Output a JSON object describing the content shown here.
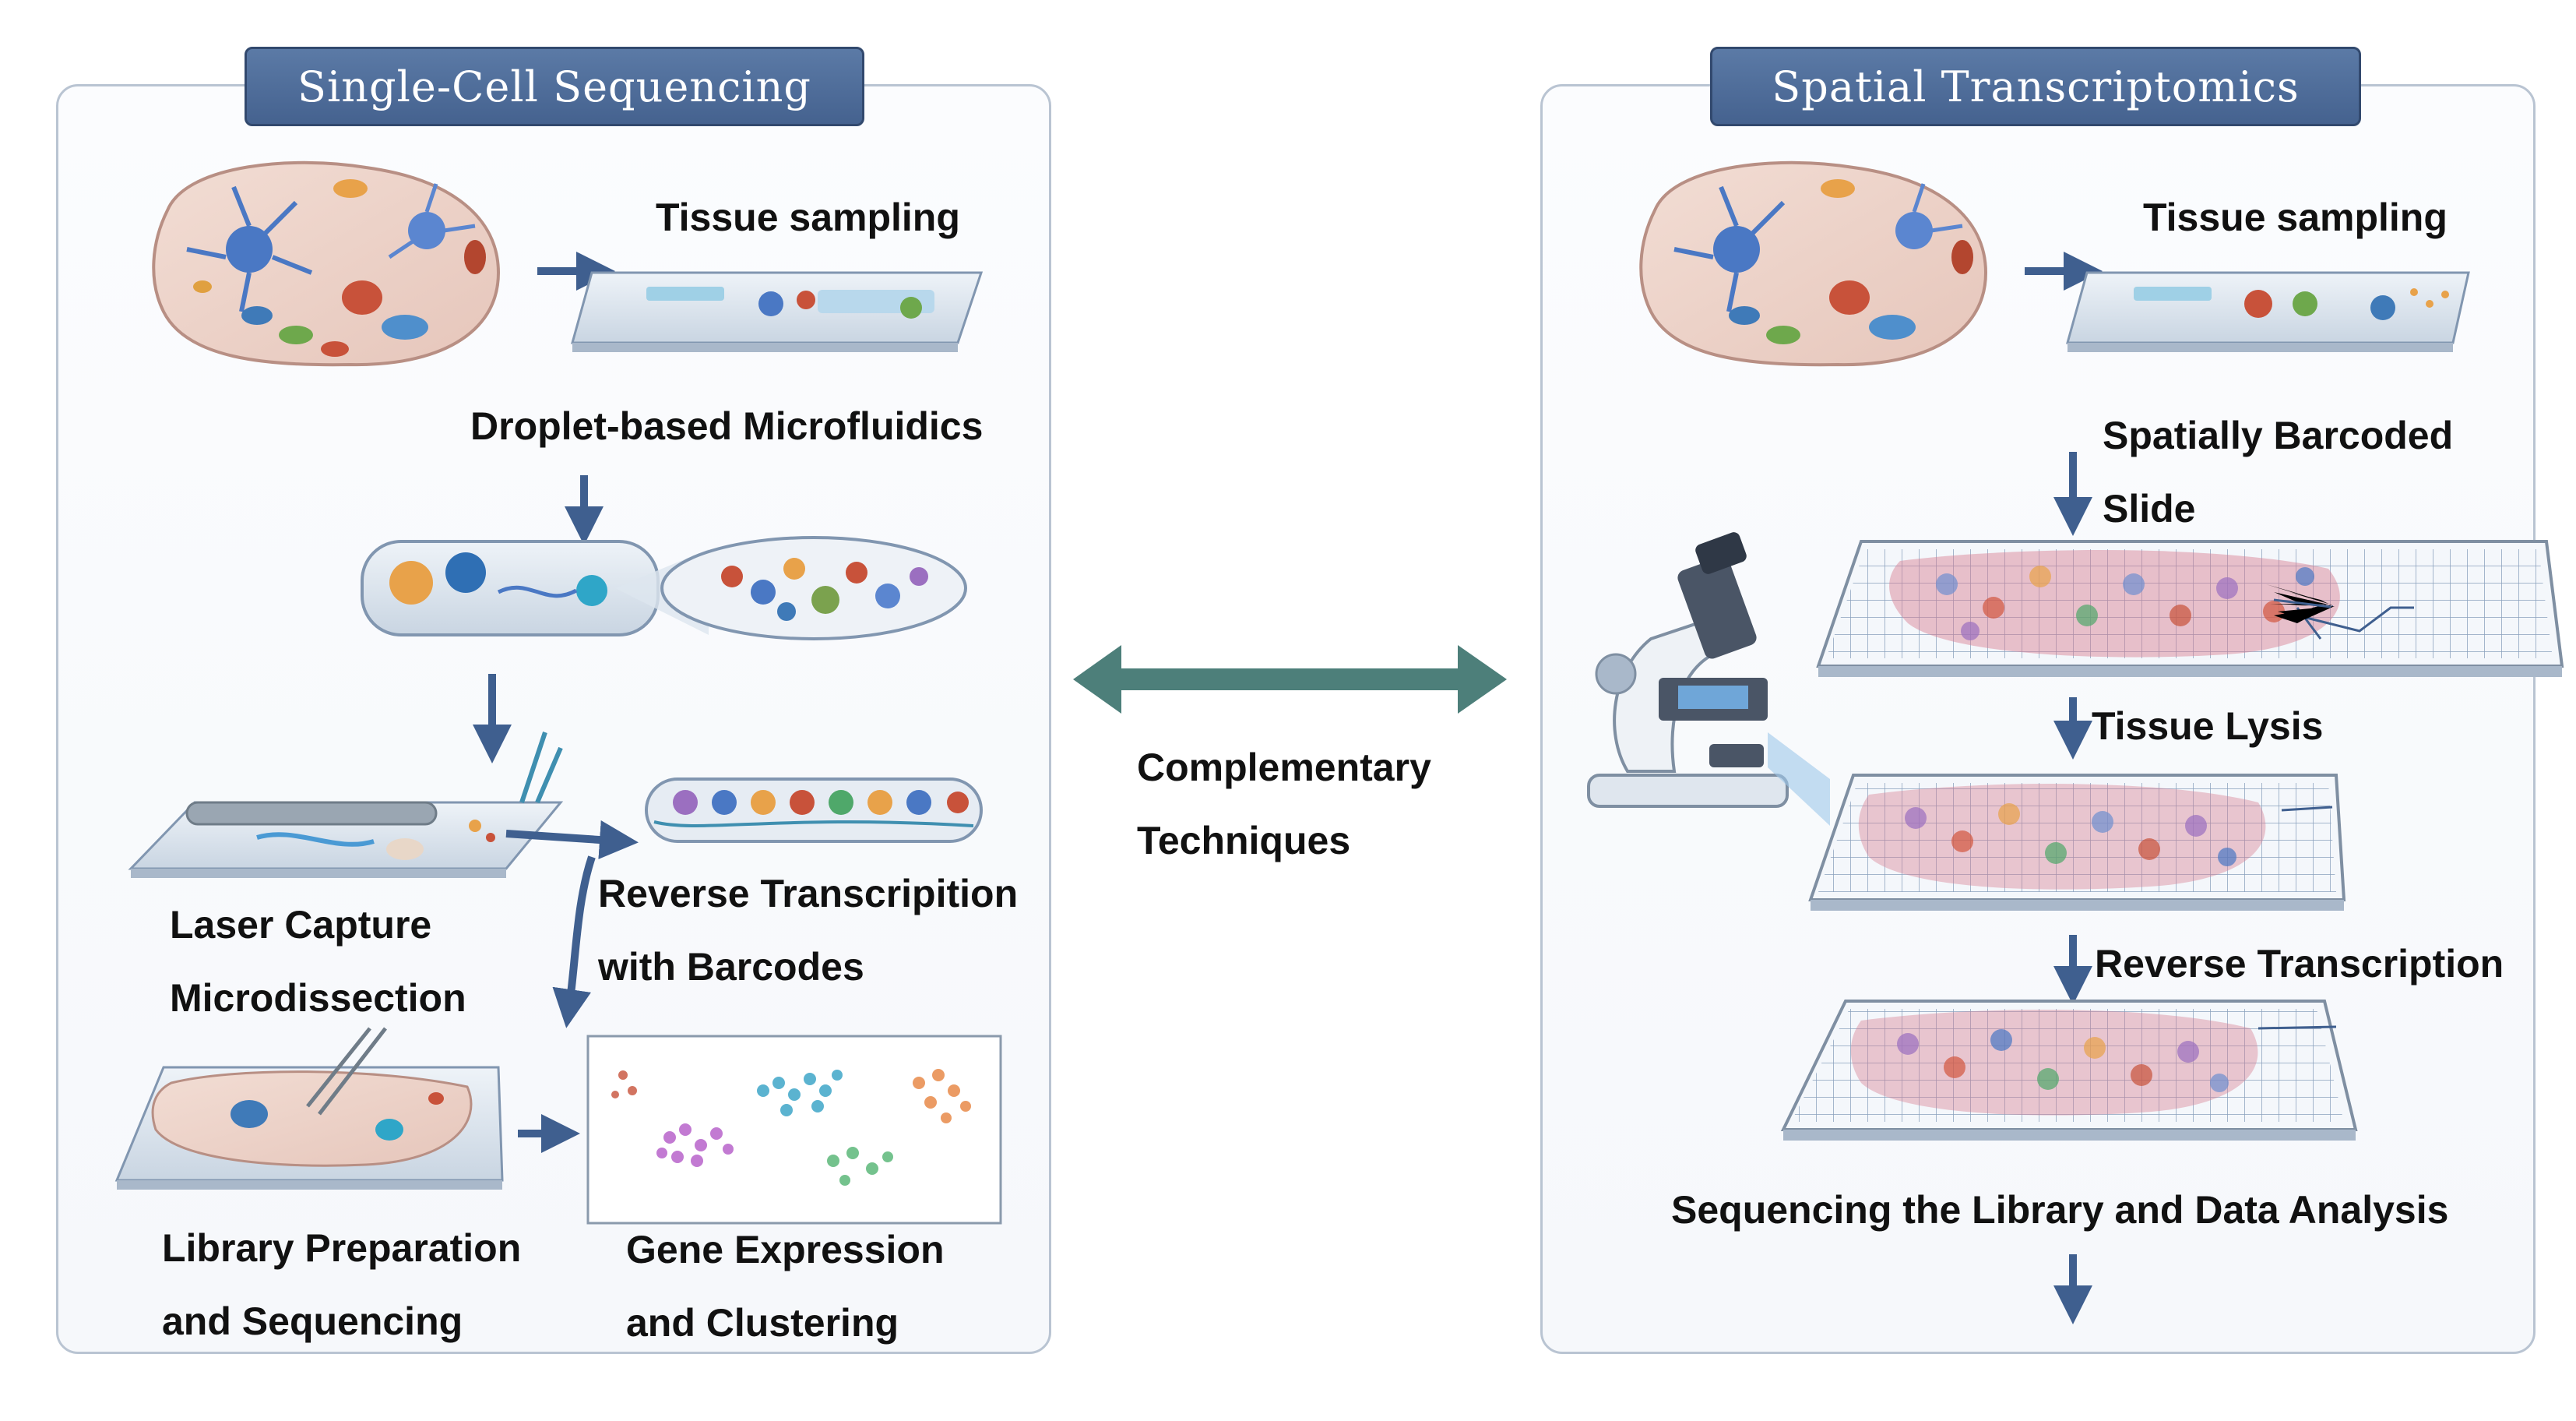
{
  "left_panel": {
    "title": "Single-Cell Sequencing",
    "labels": {
      "tissue_sampling": "Tissue sampling",
      "droplet": "Droplet-based Microfluidics",
      "laser_line1": "Laser Capture",
      "laser_line2": "Microdissection",
      "rt_line1": "Reverse Transcripition",
      "rt_line2": "with Barcodes",
      "library_line1": "Library Preparation",
      "library_line2": "and Sequencing",
      "gene_line1": "Gene Expression",
      "gene_line2": "and Clustering"
    }
  },
  "center": {
    "label_line1": "Complementary",
    "label_line2": "Techniques"
  },
  "right_panel": {
    "title": "Spatial Transcriptomics",
    "labels": {
      "tissue_sampling": "Tissue sampling",
      "barcoded_line1": "Spatially Barcoded",
      "barcoded_line2": "Slide",
      "lysis": "Tissue Lysis",
      "rt": "Reverse Transcription",
      "sequencing": "Sequencing the Library and Data Analysis"
    }
  },
  "colors": {
    "panel_title_bg": "#4f6d9a",
    "panel_border": "#b9c4d2",
    "arrow": "#3f5f8f",
    "double_arrow": "#4d7f7a"
  }
}
